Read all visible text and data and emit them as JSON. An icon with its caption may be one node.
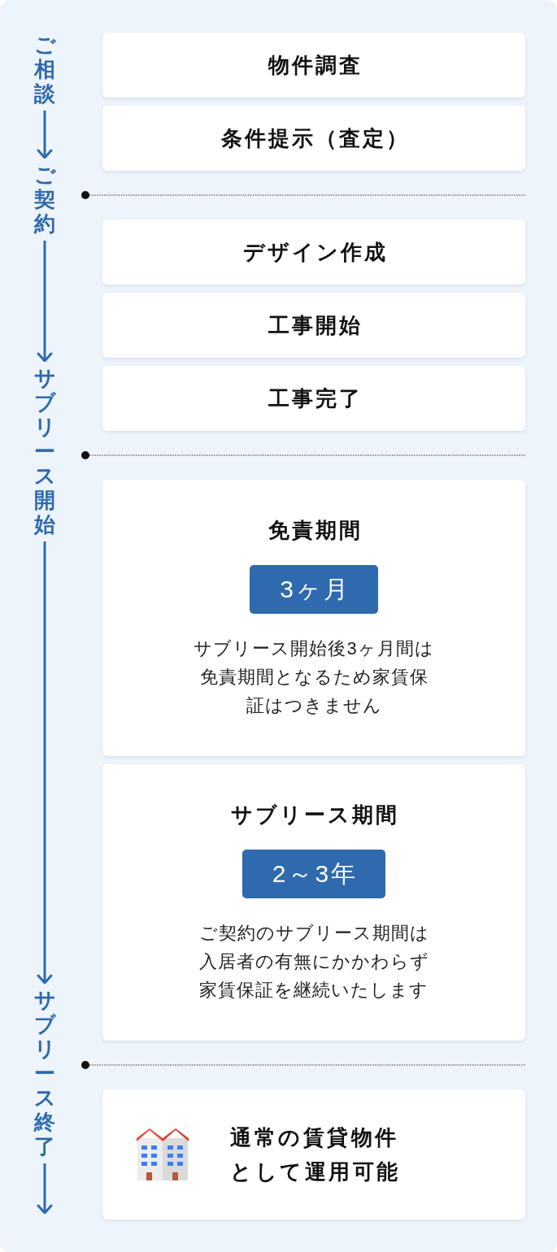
{
  "diagram": {
    "nodes": [
      {
        "text": [
          "ご相談"
        ]
      },
      {
        "text": [
          "物件調査"
        ]
      },
      {
        "text": [
          "条件提示（査定）"
        ]
      },
      {
        "text": [
          "ご契約"
        ]
      },
      {
        "text": [
          "デザイン作成"
        ]
      },
      {
        "text": [
          "工事開始"
        ]
      },
      {
        "text": [
          "工事完了"
        ]
      },
      {
        "text": [
          "サブリース開始"
        ]
      },
      {
        "text": [
          "免責期間",
          "サブリース開始後3ヶ月間は免責期間となるため家賃保証はつきません"
        ]
      },
      {
        "text": [
          "3ヶ月"
        ],
        "in": 8
      },
      {
        "text": [
          "サブリース期間",
          "ご契約のサブリース期間は入居者の有無にかかわらず家賃保証を継続いたします"
        ]
      },
      {
        "text": [
          "2～3年"
        ],
        "in": 10
      },
      {
        "text": [
          "サブリース終了"
        ]
      },
      {
        "text": [
          "通常の賃貸物件として運用可能"
        ]
      }
    ],
    "edges": [
      {
        "from": 0,
        "to": 3,
        "arrow": "to"
      },
      {
        "from": 3,
        "to": 7,
        "arrow": "to"
      },
      {
        "from": 7,
        "to": 12,
        "arrow": "to"
      },
      {
        "from": 12,
        "to": null,
        "arrow": "to"
      }
    ]
  }
}
